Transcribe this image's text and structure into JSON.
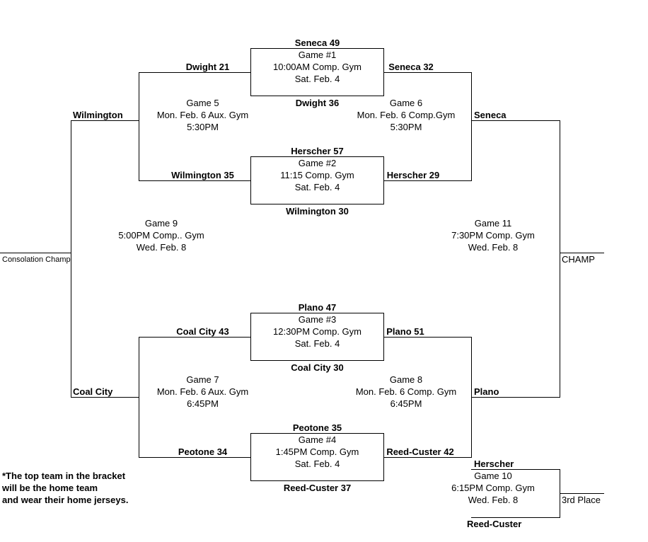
{
  "games": {
    "g1": {
      "label": "Game #1",
      "time": "10:00AM Comp. Gym",
      "date": "Sat. Feb. 4",
      "top_result": "Seneca 49",
      "bottom_result": "Dwight 36"
    },
    "g2": {
      "label": "Game #2",
      "time": "11:15 Comp. Gym",
      "date": "Sat. Feb. 4",
      "top_result": "Herscher 57",
      "bottom_result": "Wilmington  30"
    },
    "g3": {
      "label": "Game #3",
      "time": "12:30PM Comp. Gym",
      "date": "Sat. Feb. 4",
      "top_result": "Plano 47",
      "bottom_result": "Coal City  30"
    },
    "g4": {
      "label": "Game #4",
      "time": "1:45PM Comp. Gym",
      "date": "Sat. Feb. 4",
      "top_result": "Peotone 35",
      "bottom_result": "Reed-Custer  37"
    },
    "g5": {
      "label": "Game 5",
      "time": "Mon. Feb. 6 Aux. Gym",
      "date": "5:30PM"
    },
    "g6": {
      "label": "Game 6",
      "time": "Mon. Feb. 6 Comp.Gym",
      "date": "5:30PM"
    },
    "g7": {
      "label": "Game 7",
      "time": "Mon. Feb. 6 Aux. Gym",
      "date": "6:45PM"
    },
    "g8": {
      "label": "Game 8",
      "time": "Mon. Feb. 6 Comp. Gym",
      "date": "6:45PM"
    },
    "g9": {
      "label": "Game 9",
      "time": "5:00PM Comp.. Gym",
      "date": "Wed. Feb. 8"
    },
    "g10": {
      "label": "Game 10",
      "time": "6:15PM Comp. Gym",
      "date": "Wed. Feb. 8"
    },
    "g11": {
      "label": "Game 11",
      "time": "7:30PM Comp. Gym",
      "date": "Wed. Feb. 8"
    }
  },
  "slots": {
    "dwight": "Dwight  21",
    "seneca": "Seneca  32",
    "wilmington": "Wilmington  35",
    "herscher": "Herscher  29",
    "coal_city": "Coal City  43",
    "plano": "Plano  51",
    "peotone": "Peotone  34",
    "reed_custer": "Reed-Custer  42",
    "wilmington_adv": "Wilmington",
    "seneca_adv": "Seneca",
    "coal_city_adv": "Coal City",
    "plano_adv": "Plano",
    "herscher_3rd": "Herscher",
    "reed_custer_3rd": "Reed-Custer"
  },
  "labels": {
    "consolation": "Consolation Champ",
    "champ": "CHAMP",
    "third": "3rd Place"
  },
  "note": {
    "line1": "*The top team in the bracket",
    "line2": "will be the home team",
    "line3": "and wear their home jerseys."
  }
}
